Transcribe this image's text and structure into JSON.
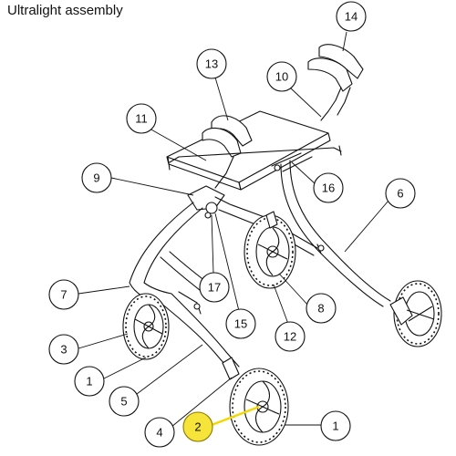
{
  "title": "Ultralight assembly",
  "callouts": [
    {
      "id": "c14",
      "label": "14"
    },
    {
      "id": "c13",
      "label": "13"
    },
    {
      "id": "c10",
      "label": "10"
    },
    {
      "id": "c11",
      "label": "11"
    },
    {
      "id": "c9",
      "label": "9"
    },
    {
      "id": "c16",
      "label": "16"
    },
    {
      "id": "c6",
      "label": "6"
    },
    {
      "id": "c7",
      "label": "7"
    },
    {
      "id": "c17",
      "label": "17"
    },
    {
      "id": "c15",
      "label": "15"
    },
    {
      "id": "c8",
      "label": "8"
    },
    {
      "id": "c12",
      "label": "12"
    },
    {
      "id": "c3",
      "label": "3"
    },
    {
      "id": "c1a",
      "label": "1"
    },
    {
      "id": "c5",
      "label": "5"
    },
    {
      "id": "c4",
      "label": "4"
    },
    {
      "id": "c2",
      "label": "2",
      "highlighted": true
    },
    {
      "id": "c1b",
      "label": "1"
    }
  ],
  "colors": {
    "highlight": "#f6e43a",
    "line": "#111111"
  }
}
